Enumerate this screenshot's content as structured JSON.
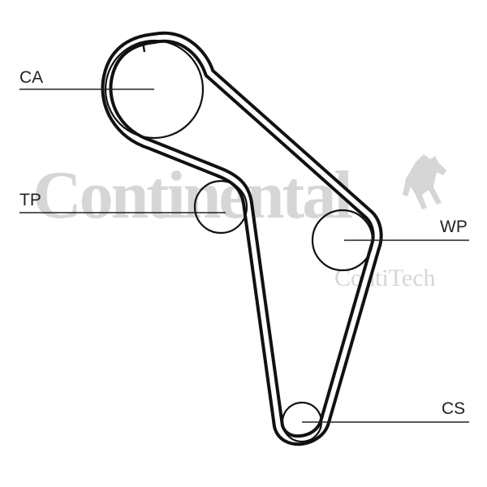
{
  "watermark": {
    "brand": "Continental",
    "subbrand": "ContiTech"
  },
  "pulleys": {
    "ca": {
      "label": "CA"
    },
    "tp": {
      "label": "TP"
    },
    "wp": {
      "label": "WP"
    },
    "cs": {
      "label": "CS"
    }
  },
  "colors": {
    "belt": "#111111",
    "watermark": "#d6d6d6",
    "background": "#ffffff"
  }
}
